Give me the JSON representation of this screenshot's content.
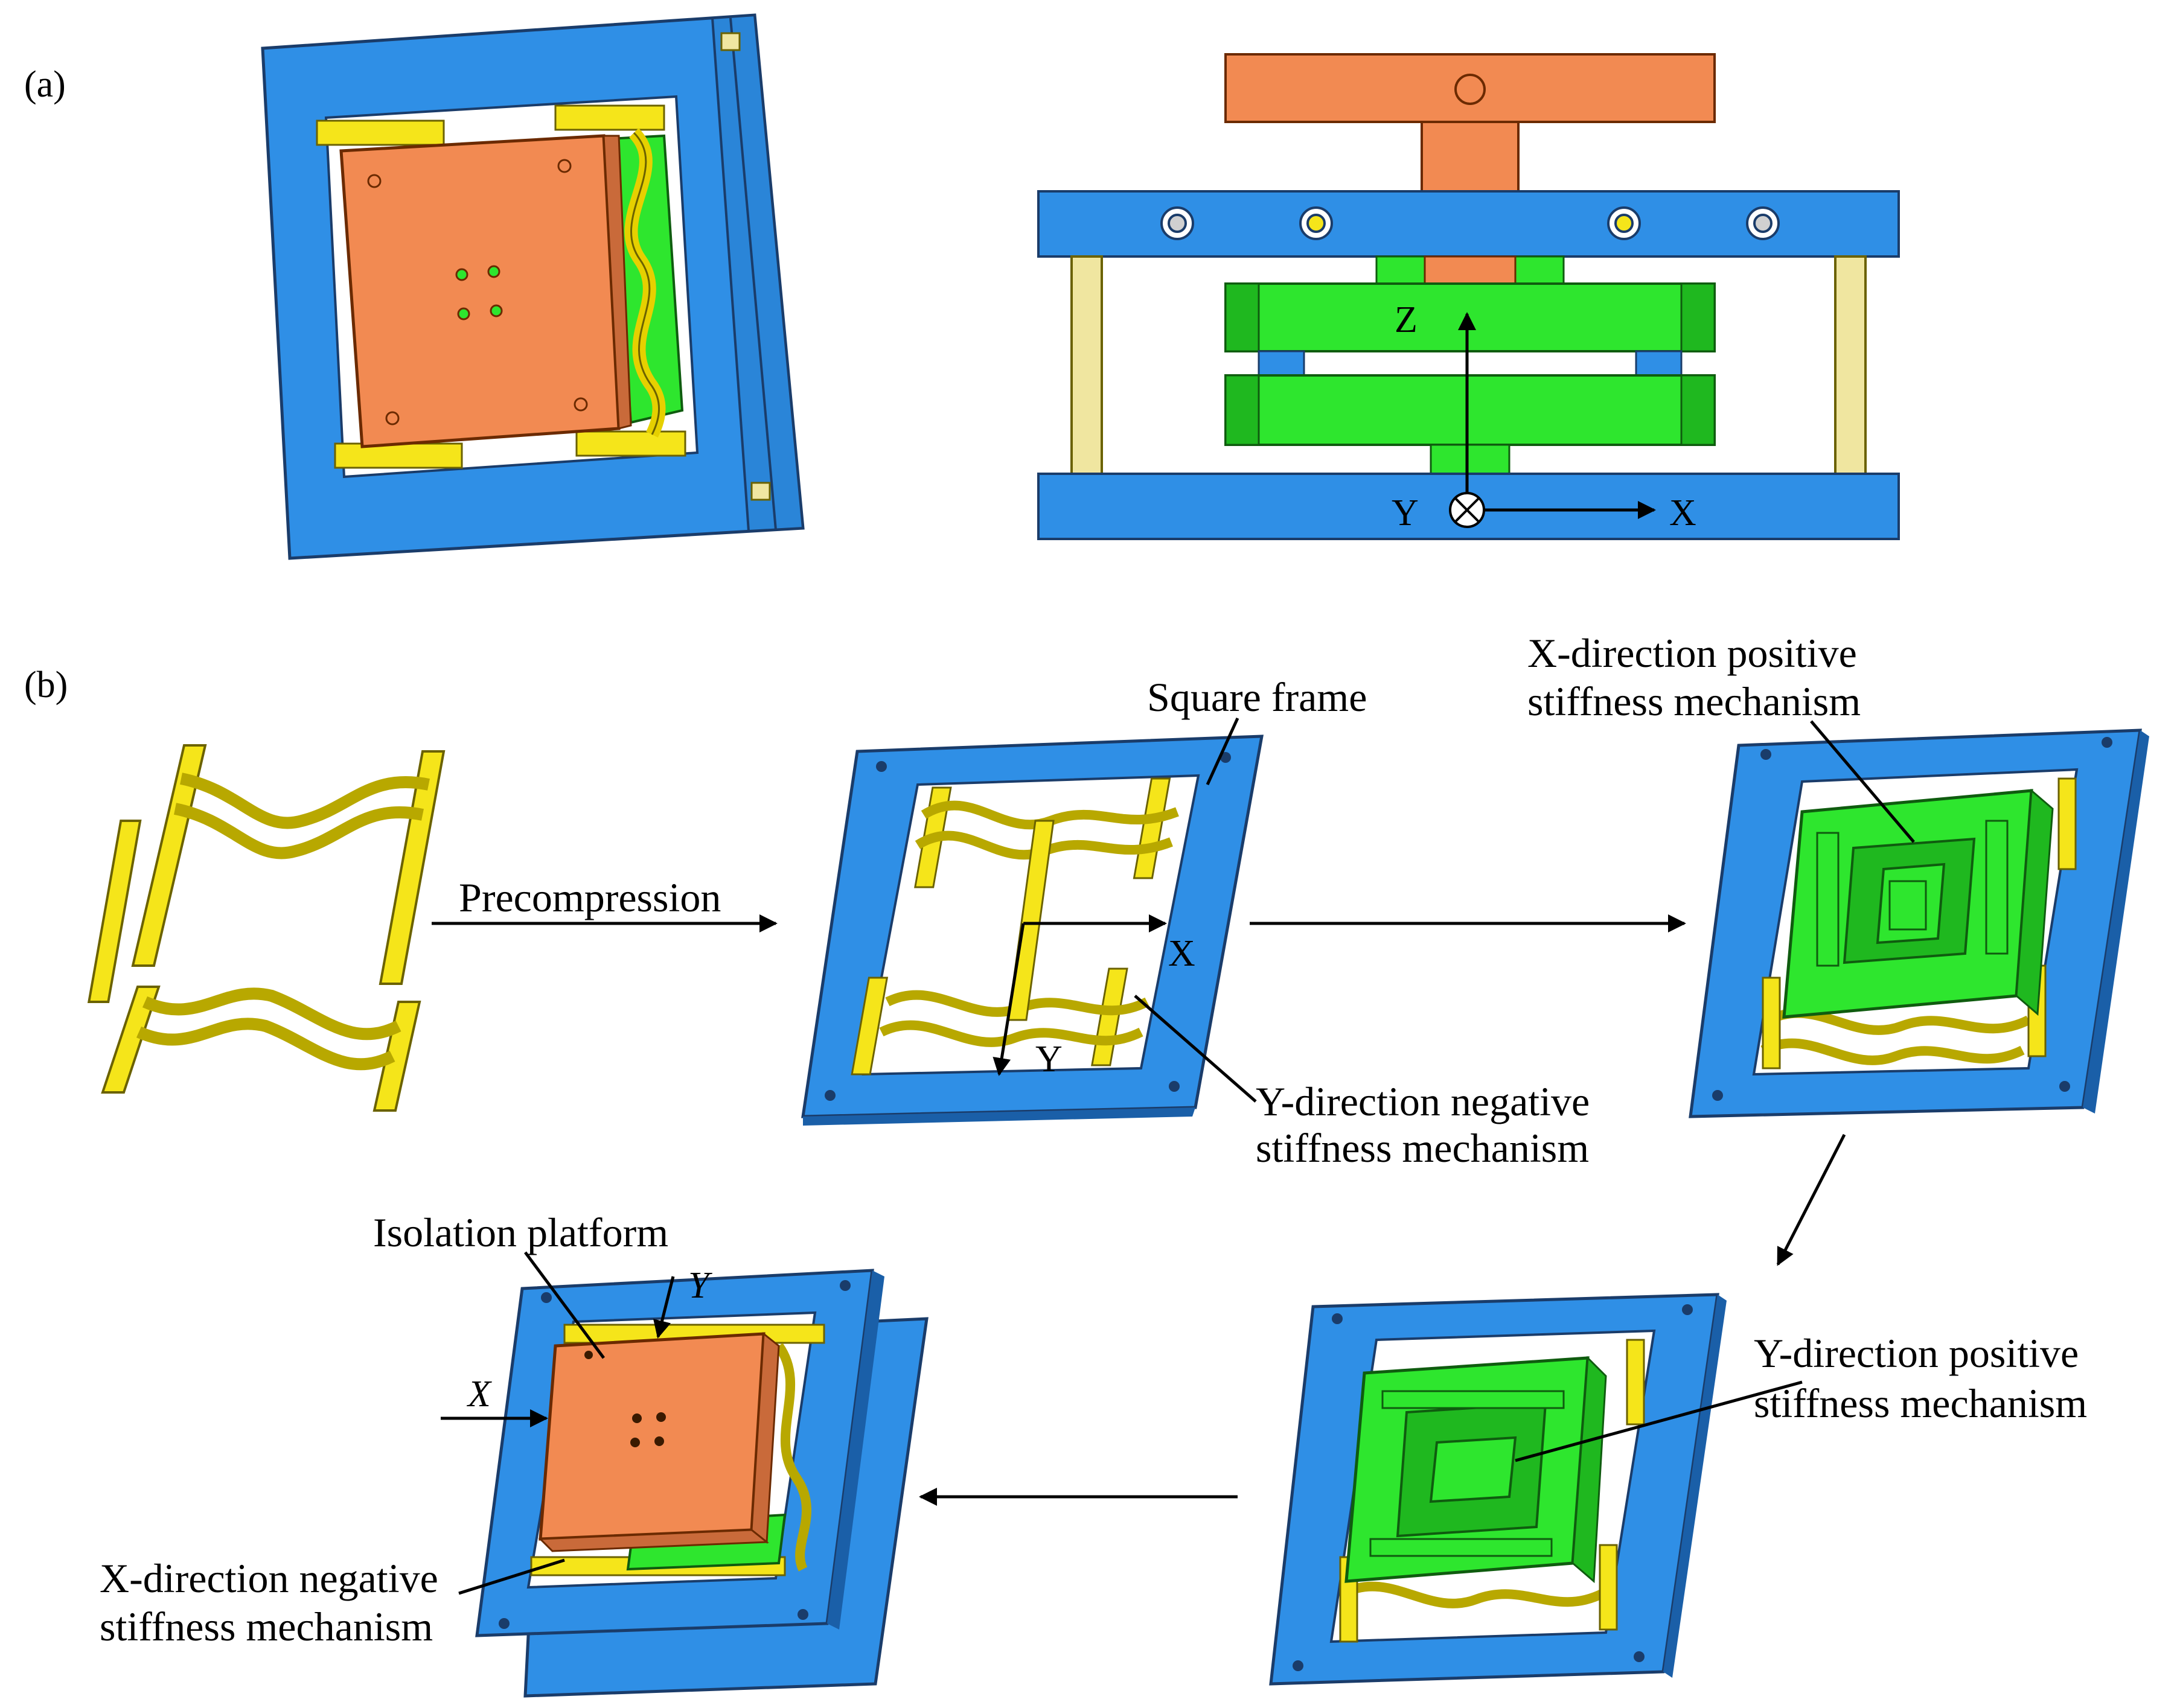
{
  "panels": {
    "a": "(a)",
    "b": "(b)"
  },
  "axes_a": {
    "z": "Z",
    "y": "Y",
    "x": "X"
  },
  "axes_b1": {
    "x": "X",
    "y": "Y"
  },
  "axes_b5": {
    "x": "X",
    "y": "Y"
  },
  "labels": {
    "precompression": "Precompression",
    "square_frame": "Square frame",
    "y_neg_line1": "Y-direction negative",
    "y_neg_line2": "stiffness mechanism",
    "x_pos_line1": "X-direction positive",
    "x_pos_line2": "stiffness mechanism",
    "y_pos_line1": "Y-direction positive",
    "y_pos_line2": "stiffness mechanism",
    "isolation_platform": "Isolation platform",
    "x_neg_line1": "X-direction negative",
    "x_neg_line2": "stiffness mechanism"
  },
  "colors": {
    "frame_blue": "#2f8fe6",
    "plate_orange": "#f28a52",
    "spring_yellow": "#f5e51a",
    "mech_green": "#2ee62e",
    "post_cream": "#f0e6a0"
  }
}
